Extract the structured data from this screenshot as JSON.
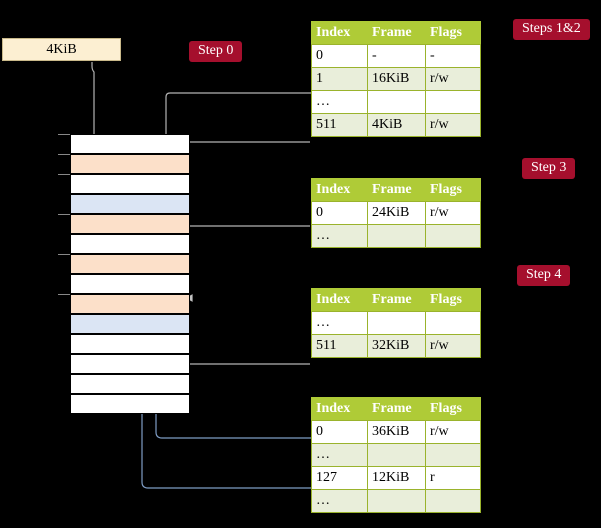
{
  "source_box": {
    "label": "4KiB"
  },
  "badges": [
    {
      "name": "step-0",
      "label": "Step 0"
    },
    {
      "name": "steps-1-2",
      "label": "Steps 1&2"
    },
    {
      "name": "step-3",
      "label": "Step 3"
    },
    {
      "name": "step-4",
      "label": "Step 4"
    }
  ],
  "table_headers": {
    "index": "Index",
    "frame": "Frame",
    "flags": "Flags"
  },
  "tables": [
    {
      "name": "page-table-level-0",
      "rows": [
        {
          "index": "0",
          "frame": "-",
          "flags": "-",
          "style": "plain",
          "highlight": false
        },
        {
          "index": "1",
          "frame": "16KiB",
          "flags": "r/w",
          "style": "alt",
          "highlight": false
        },
        {
          "index": "…",
          "frame": "",
          "flags": "",
          "style": "plain",
          "highlight": false
        },
        {
          "index": "511",
          "frame": "4KiB",
          "flags": "r/w",
          "style": "alt",
          "highlight": true
        }
      ]
    },
    {
      "name": "page-table-level-1",
      "rows": [
        {
          "index": "0",
          "frame": "24KiB",
          "flags": "r/w",
          "style": "plain",
          "highlight": false
        },
        {
          "index": "…",
          "frame": "",
          "flags": "",
          "style": "alt",
          "highlight": false
        }
      ]
    },
    {
      "name": "page-table-level-2",
      "rows": [
        {
          "index": "…",
          "frame": "",
          "flags": "",
          "style": "plain",
          "highlight": false
        },
        {
          "index": "511",
          "frame": "32KiB",
          "flags": "r/w",
          "style": "alt",
          "highlight": false
        }
      ]
    },
    {
      "name": "page-table-level-3",
      "rows": [
        {
          "index": "0",
          "frame": "36KiB",
          "flags": "r/w",
          "style": "plain",
          "highlight": false
        },
        {
          "index": "…",
          "frame": "",
          "flags": "",
          "style": "alt",
          "highlight": false
        },
        {
          "index": "127",
          "frame": "12KiB",
          "flags": "r",
          "style": "plain",
          "highlight": false
        },
        {
          "index": "…",
          "frame": "",
          "flags": "",
          "style": "alt",
          "highlight": false
        }
      ]
    }
  ],
  "memory_column": {
    "name": "physical-memory-column",
    "rows": [
      {
        "fill": "white"
      },
      {
        "fill": "peach"
      },
      {
        "fill": "white"
      },
      {
        "fill": "blue"
      },
      {
        "fill": "peach"
      },
      {
        "fill": "white"
      },
      {
        "fill": "peach"
      },
      {
        "fill": "white"
      },
      {
        "fill": "peach"
      },
      {
        "fill": "blue"
      },
      {
        "fill": "white"
      },
      {
        "fill": "white"
      },
      {
        "fill": "white"
      },
      {
        "fill": "white"
      }
    ]
  },
  "colors": {
    "background": "#000000",
    "badge": "#A50F2D",
    "table_header": "#AFCB37",
    "table_alt_row": "#E9EEDA",
    "highlight": "#FFFF9E",
    "frame_peach": "#FCE0C9",
    "frame_blue": "#DBE5F4",
    "source_box": "#FCEFD2",
    "wire_gray": "#B4B4B4",
    "wire_blue": "#7E9CC4"
  }
}
